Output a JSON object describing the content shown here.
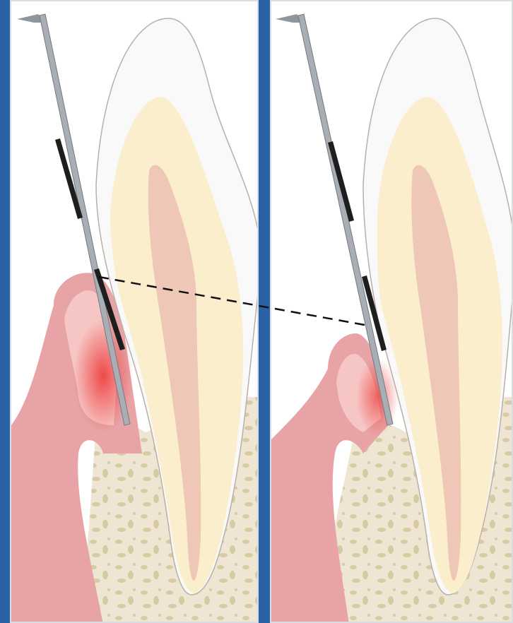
{
  "figure": {
    "panels": [
      {
        "id": "left",
        "state": "inflamed gingiva with periodontal probe in sulcus"
      },
      {
        "id": "right",
        "state": "healthier gingiva with receded margin and probe in sulcus"
      }
    ]
  },
  "colors": {
    "background_frame": "#2a62a6",
    "panel_bg": "#ffffff",
    "enamel": "#f7f7f7",
    "dentin": "#fbefcf",
    "pulp": "#efc8b8",
    "gum": "#e79aa0",
    "gum_inner": "#f6c6c4",
    "inflammation": "#ee4a4a",
    "bone": "#eee6d2",
    "bone_pores": "#d9ccaa",
    "probe_steel": "#a8aeb4",
    "probe_black": "#1e1e1e"
  },
  "icons": [
    "periodontal-probe-icon",
    "tooth-icon"
  ]
}
